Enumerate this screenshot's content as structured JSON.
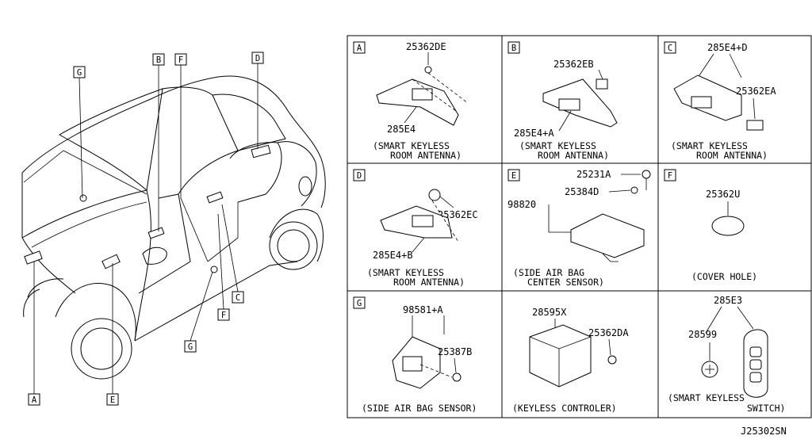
{
  "diagram": {
    "code": "J25302SN",
    "car_callouts": [
      "A",
      "B",
      "C",
      "D",
      "E",
      "F",
      "G"
    ],
    "panels": [
      {
        "letter": "A",
        "parts": [
          "25362DE",
          "285E4"
        ],
        "caption": [
          "(SMART KEYLESS",
          "ROOM ANTENNA)"
        ]
      },
      {
        "letter": "B",
        "parts": [
          "25362EB",
          "285E4+A"
        ],
        "caption": [
          "(SMART KEYLESS",
          "ROOM ANTENNA)"
        ]
      },
      {
        "letter": "C",
        "parts": [
          "285E4+D",
          "25362EA"
        ],
        "caption": [
          "(SMART KEYLESS",
          "ROOM ANTENNA)"
        ]
      },
      {
        "letter": "D",
        "parts": [
          "25362EC",
          "285E4+B"
        ],
        "caption": [
          "(SMART KEYLESS",
          "ROOM ANTENNA)"
        ]
      },
      {
        "letter": "E",
        "parts": [
          "25231A",
          "25384D",
          "98820"
        ],
        "caption": [
          "(SIDE AIR BAG",
          "CENTER SENSOR)"
        ]
      },
      {
        "letter": "F",
        "parts": [
          "25362U"
        ],
        "caption": [
          "(COVER HOLE)"
        ]
      },
      {
        "letter": "G",
        "parts": [
          "98581+A",
          "25387B"
        ],
        "caption": [
          "(SIDE AIR BAG SENSOR)"
        ]
      },
      {
        "letter": "",
        "parts": [
          "28595X",
          "25362DA"
        ],
        "caption": [
          "(KEYLESS CONTROLER)"
        ]
      },
      {
        "letter": "",
        "parts": [
          "285E3",
          "28599"
        ],
        "caption": [
          "(SMART KEYLESS",
          "SWITCH)"
        ]
      }
    ]
  }
}
